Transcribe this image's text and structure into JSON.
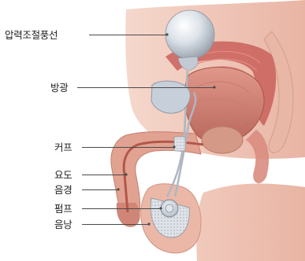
{
  "labels": {
    "reservoir": "압력조절풍선",
    "bladder": "방광",
    "cuff": "커프",
    "urethra": "요도",
    "penis": "음경",
    "pump": "펌프",
    "scrotum": "음낭"
  },
  "colors": {
    "tissue": "#f0c9bd",
    "tissue_dark": "#e3a797",
    "muscle": "#c9605a",
    "bladder_inner": "#d07e72",
    "device_silver": "#cfd6de",
    "leader_line": "#4a4a4a"
  }
}
